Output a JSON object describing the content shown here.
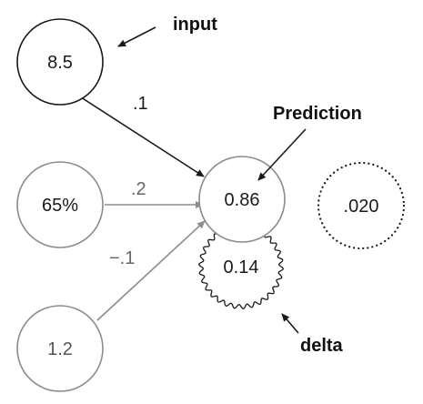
{
  "nodes": {
    "input_top": {
      "value": "8.5"
    },
    "input_middle": {
      "value": "65%"
    },
    "input_bottom": {
      "value": "1.2"
    },
    "prediction": {
      "value": "0.86"
    },
    "delta": {
      "value": "0.14"
    },
    "error": {
      "value": ".020"
    }
  },
  "weights": {
    "top": ".1",
    "middle": ".2",
    "bottom": "−.1"
  },
  "callouts": {
    "input": "input",
    "prediction": "Prediction",
    "delta": "delta"
  },
  "colors": {
    "dark": "#1a1a1a",
    "grey": "#8c8c8c"
  }
}
